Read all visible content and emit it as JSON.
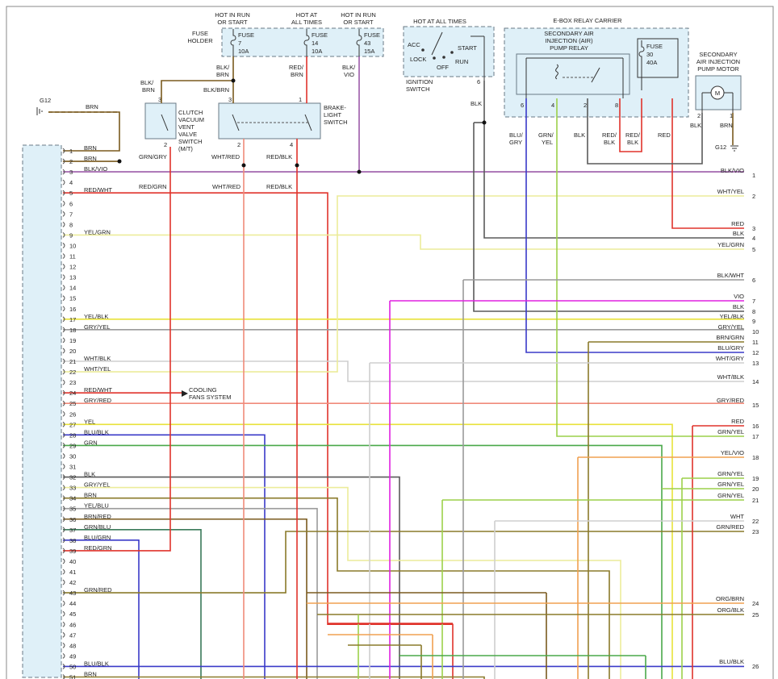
{
  "components": {
    "fuse_holder": {
      "label_lines": [
        "FUSE",
        "HOLDER"
      ],
      "hot_labels": [
        [
          "HOT IN RUN",
          "OR START"
        ],
        [
          "HOT AT",
          "ALL TIMES"
        ],
        [
          "HOT IN RUN",
          "OR START"
        ]
      ],
      "fuses": [
        {
          "lines": [
            "FUSE",
            "7",
            "10A"
          ]
        },
        {
          "lines": [
            "FUSE",
            "14",
            "10A"
          ]
        },
        {
          "lines": [
            "FUSE",
            "43",
            "15A"
          ]
        }
      ]
    },
    "ignition_switch": {
      "hot_label": "HOT AT ALL TIMES",
      "positions": [
        "ACC",
        "LOCK",
        "OFF",
        "START",
        "RUN"
      ],
      "label_lines": [
        "IGNITION",
        "SWITCH"
      ],
      "pin": "6"
    },
    "ebox": {
      "title": "E-BOX RELAY CARRIER",
      "relay_lines": [
        "SECONDARY AIR",
        "INJECTION (AIR)",
        "PUMP RELAY"
      ],
      "fuse_lines": [
        "FUSE",
        "30",
        "40A"
      ],
      "pins": [
        "6",
        "4",
        "2",
        "8"
      ]
    },
    "pump_motor": {
      "label_lines": [
        "SECONDARY",
        "AIR INJECTION",
        "PUMP MOTOR"
      ],
      "pins": [
        "2",
        "1"
      ],
      "motor_symbol": "M",
      "ground": "G12"
    },
    "clutch_switch": {
      "label_lines": [
        "CLUTCH",
        "VACUUM",
        "VENT",
        "VALVE",
        "SWITCH",
        "(M/T)"
      ],
      "pins": [
        "3",
        "2"
      ]
    },
    "brake_switch": {
      "label_lines": [
        "BRAKE-",
        "LIGHT",
        "SWITCH"
      ],
      "pins": [
        "3",
        "1",
        "2",
        "4"
      ]
    },
    "ground_left": "G12",
    "cooling_fans": [
      "COOLING",
      "FANS SYSTEM"
    ]
  },
  "top_wire_labels": {
    "blk_brn_fuse": [
      "BLK/",
      "BRN"
    ],
    "blk_brn_clutch": [
      "BLK/",
      "BRN"
    ],
    "blk_brn_brake": "BLK/BRN",
    "red_brn": [
      "RED/",
      "BRN"
    ],
    "blk_vio_top": [
      "BLK/",
      "VIO"
    ],
    "ign_blk": "BLK",
    "grn_gry_clutch": "GRN/GRY",
    "wht_red_brake": "WHT/RED",
    "red_blk_brake": "RED/BLK",
    "ebox_pin6": [
      "BLU/",
      "GRY"
    ],
    "ebox_pin4": [
      "GRN/",
      "YEL"
    ],
    "ebox_blk": "BLK",
    "ebox_red_blk_a": [
      "RED/",
      "BLK"
    ],
    "ebox_red_blk_b": [
      "RED/",
      "BLK"
    ],
    "ebox_red": "RED",
    "motor_blk": "BLK",
    "motor_brn": "BRN",
    "g12_brn": "BRN",
    "mid_red_grn": "RED/GRN",
    "mid_wht_red": "WHT/RED",
    "mid_red_blk": "RED/BLK"
  },
  "connector_pins": [
    {
      "n": "1",
      "label": "BRN"
    },
    {
      "n": "2",
      "label": "BRN"
    },
    {
      "n": "3",
      "label": "BLK/VIO"
    },
    {
      "n": "4",
      "label": ""
    },
    {
      "n": "5",
      "label": "RED/WHT"
    },
    {
      "n": "6",
      "label": ""
    },
    {
      "n": "7",
      "label": ""
    },
    {
      "n": "8",
      "label": ""
    },
    {
      "n": "9",
      "label": "YEL/GRN"
    },
    {
      "n": "10",
      "label": ""
    },
    {
      "n": "11",
      "label": ""
    },
    {
      "n": "12",
      "label": ""
    },
    {
      "n": "13",
      "label": ""
    },
    {
      "n": "14",
      "label": ""
    },
    {
      "n": "15",
      "label": ""
    },
    {
      "n": "16",
      "label": ""
    },
    {
      "n": "17",
      "label": "YEL/BLK"
    },
    {
      "n": "18",
      "label": "GRY/YEL"
    },
    {
      "n": "19",
      "label": ""
    },
    {
      "n": "20",
      "label": ""
    },
    {
      "n": "21",
      "label": "WHT/BLK"
    },
    {
      "n": "22",
      "label": "WHT/YEL"
    },
    {
      "n": "23",
      "label": ""
    },
    {
      "n": "24",
      "label": "RED/WHT"
    },
    {
      "n": "25",
      "label": "GRY/RED"
    },
    {
      "n": "26",
      "label": ""
    },
    {
      "n": "27",
      "label": "YEL"
    },
    {
      "n": "28",
      "label": "BLU/BLK"
    },
    {
      "n": "29",
      "label": "GRN"
    },
    {
      "n": "30",
      "label": ""
    },
    {
      "n": "31",
      "label": ""
    },
    {
      "n": "32",
      "label": "BLK"
    },
    {
      "n": "33",
      "label": "GRY/YEL"
    },
    {
      "n": "34",
      "label": "BRN"
    },
    {
      "n": "35",
      "label": "YEL/BLU"
    },
    {
      "n": "36",
      "label": "BRN/RED"
    },
    {
      "n": "37",
      "label": "GRN/BLU"
    },
    {
      "n": "38",
      "label": "BLU/GRN"
    },
    {
      "n": "39",
      "label": "RED/GRN"
    },
    {
      "n": "40",
      "label": ""
    },
    {
      "n": "41",
      "label": ""
    },
    {
      "n": "42",
      "label": ""
    },
    {
      "n": "43",
      "label": "GRN/RED"
    },
    {
      "n": "44",
      "label": ""
    },
    {
      "n": "45",
      "label": ""
    },
    {
      "n": "46",
      "label": ""
    },
    {
      "n": "47",
      "label": ""
    },
    {
      "n": "48",
      "label": ""
    },
    {
      "n": "49",
      "label": ""
    },
    {
      "n": "50",
      "label": "BLU/BLK"
    },
    {
      "n": "51",
      "label": "BRN"
    }
  ],
  "right_outputs": [
    {
      "n": "1",
      "label": "BLK/VIO"
    },
    {
      "n": "2",
      "label": "WHT/YEL"
    },
    {
      "n": "3",
      "label": "RED"
    },
    {
      "n": "4",
      "label": "BLK"
    },
    {
      "n": "5",
      "label": "YEL/GRN"
    },
    {
      "n": "6",
      "label": "BLK/WHT"
    },
    {
      "n": "7",
      "label": "VIO"
    },
    {
      "n": "8",
      "label": "BLK"
    },
    {
      "n": "9",
      "label": "YEL/BLK"
    },
    {
      "n": "10",
      "label": "GRY/YEL"
    },
    {
      "n": "11",
      "label": "BRN/GRN"
    },
    {
      "n": "12",
      "label": "BLU/GRY"
    },
    {
      "n": "13",
      "label": "WHT/GRY"
    },
    {
      "n": "14",
      "label": "WHT/BLK"
    },
    {
      "n": "15",
      "label": "GRY/RED"
    },
    {
      "n": "16",
      "label": "RED"
    },
    {
      "n": "17",
      "label": "GRN/YEL"
    },
    {
      "n": "18",
      "label": "YEL/VIO"
    },
    {
      "n": "19",
      "label": "GRN/YEL"
    },
    {
      "n": "20",
      "label": "GRN/YEL"
    },
    {
      "n": "21",
      "label": "GRN/YEL"
    },
    {
      "n": "22",
      "label": "WHT"
    },
    {
      "n": "23",
      "label": "GRN/RED"
    },
    {
      "n": "24",
      "label": "ORG/BRN"
    },
    {
      "n": "25",
      "label": "ORG/BLK"
    },
    {
      "n": "26",
      "label": "BLU/BLK"
    }
  ],
  "colors": {
    "brn": "#7a5a1e",
    "blk": "#5a5a5a",
    "vio": "#9b5aa8",
    "red": "#e0332b",
    "red_light": "#f08a7a",
    "yel": "#e8e23a",
    "yel_pale": "#ecec9a",
    "grn": "#4aa84a",
    "grn_yel": "#9cd04a",
    "gry": "#9a9a9a",
    "blu": "#3a3ac8",
    "magenta": "#e020e0",
    "org": "#f0a050",
    "wht": "#cfcfcf",
    "teal": "#3a7a5a",
    "olive": "#8a7a2a"
  }
}
